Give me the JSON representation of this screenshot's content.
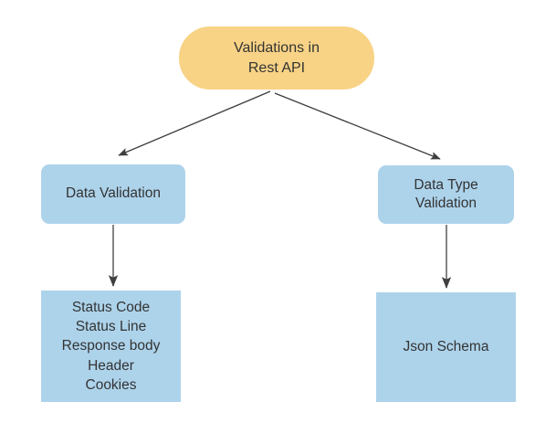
{
  "diagram": {
    "title": "Validations in Rest API",
    "background_color": "#ffffff",
    "root": {
      "label": "Validations in\nRest API",
      "fill_color": "#F8D386",
      "shape": "rounded-pill"
    },
    "branches": [
      {
        "id": "data-validation",
        "label": "Data Validation",
        "fill_color": "#ADD3EB",
        "shape": "rounded-rect"
      },
      {
        "id": "data-type-validation",
        "label": "Data Type\nValidation",
        "fill_color": "#ADD3EB",
        "shape": "rounded-rect"
      }
    ],
    "leaves": [
      {
        "id": "response-items",
        "label": "Status Code\nStatus Line\nResponse body\nHeader\nCookies",
        "items": [
          "Status Code",
          "Status Line",
          "Response body",
          "Header",
          "Cookies"
        ],
        "fill_color": "#ADD3EB",
        "shape": "rect"
      },
      {
        "id": "json-schema",
        "label": "Json Schema",
        "fill_color": "#ADD3EB",
        "shape": "rect"
      }
    ],
    "edges": [
      {
        "from": "root",
        "to": "data-validation",
        "style": "arrow",
        "color": "#3f3f3f"
      },
      {
        "from": "root",
        "to": "data-type-validation",
        "style": "arrow",
        "color": "#3f3f3f"
      },
      {
        "from": "data-validation",
        "to": "response-items",
        "style": "arrow",
        "color": "#3f3f3f"
      },
      {
        "from": "data-type-validation",
        "to": "json-schema",
        "style": "arrow",
        "color": "#3f3f3f"
      }
    ]
  }
}
